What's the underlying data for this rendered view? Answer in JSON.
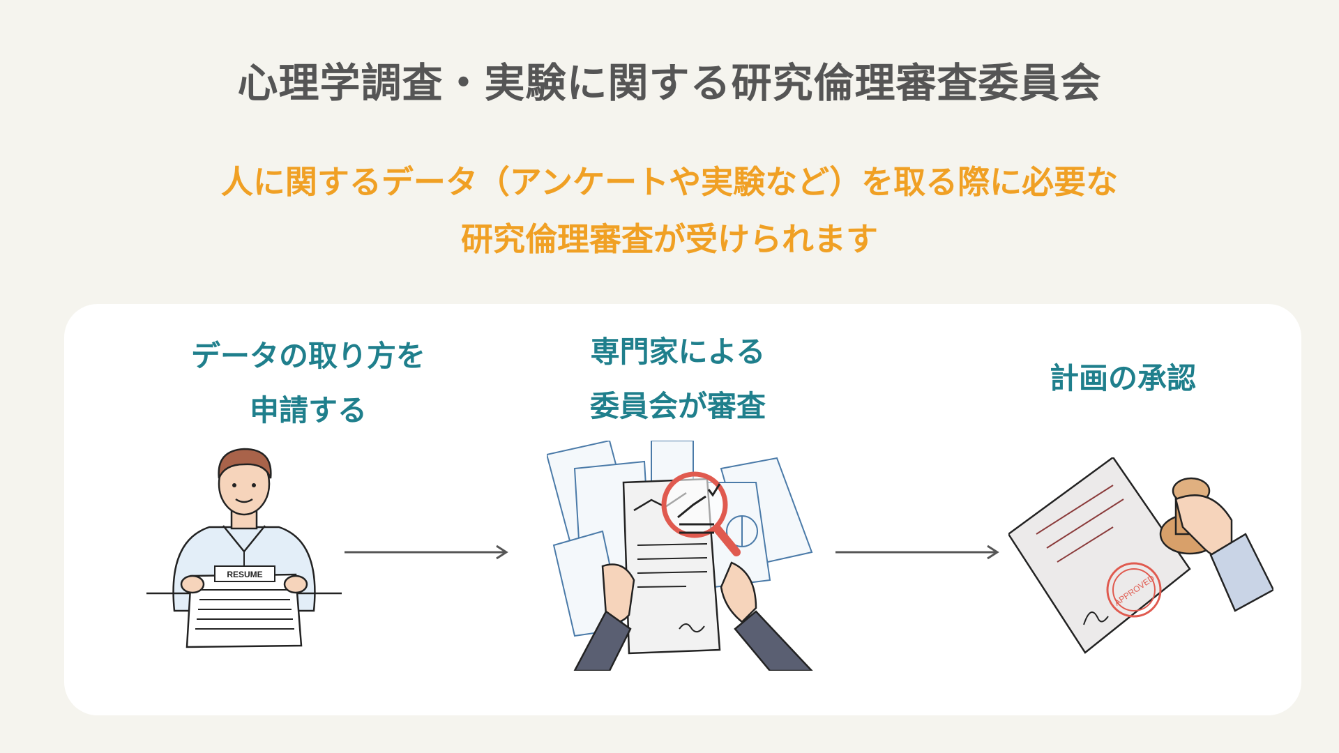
{
  "title": "心理学調査・実験に関する研究倫理審査委員会",
  "subtitle": {
    "line1": "人に関するデータ（アンケートや実験など）を取る際に必要な",
    "line2": "研究倫理審査が受けられます"
  },
  "steps": [
    {
      "line1": "データの取り方を",
      "line2": "申請する",
      "icon": "applicant-with-resume-icon"
    },
    {
      "line1": "専門家による",
      "line2": "委員会が審査",
      "icon": "document-review-magnifier-icon"
    },
    {
      "line1": "計画の承認",
      "line2": "",
      "icon": "approval-stamp-icon"
    }
  ],
  "illustration_text": {
    "resume": "RESUME",
    "approved": "APPROVED"
  },
  "colors": {
    "background": "#f5f4ee",
    "title": "#555555",
    "subtitle": "#f0a024",
    "step_label": "#1f7f8c",
    "panel": "#ffffff"
  }
}
